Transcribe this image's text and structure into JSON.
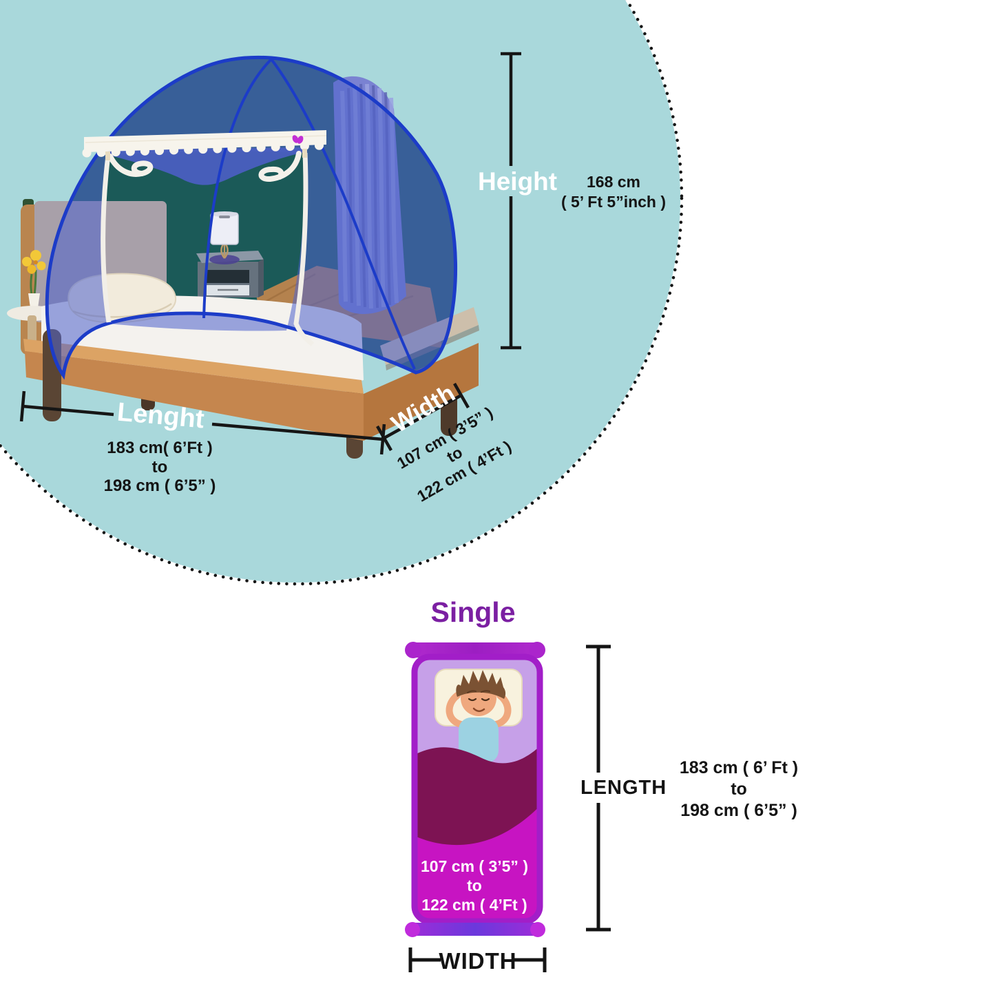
{
  "scene": {
    "top": {
      "height": {
        "label": "Height",
        "value": "168 cm",
        "value2": "( 5’ Ft 5”inch )"
      },
      "length": {
        "label": "Lenght",
        "line1": "183 cm( 6’Ft )",
        "line2": "to",
        "line3": "198 cm ( 6’5” )"
      },
      "width": {
        "label": "Width",
        "line1": "107 cm ( 3’5” )",
        "line2": "to",
        "line3": "122 cm ( 4’Ft )"
      }
    },
    "bottom": {
      "title": "Single",
      "length": {
        "label": "LENGTH",
        "line1": "183 cm ( 6’ Ft )",
        "line2": "to",
        "line3": "198 cm ( 6’5” )"
      },
      "width": {
        "label": "WIDTH"
      },
      "bed_width": {
        "line1": "107 cm ( 3’5” )",
        "line2": "to",
        "line3": "122 cm ( 4’Ft )"
      }
    },
    "colors": {
      "circle_fill": "#A9D8DB",
      "net_blue": "#4E63CC",
      "net_frame_blue": "#1C3CC8",
      "interior_teal": "#1B5A58",
      "wood": "#C5864E",
      "title_purple": "#7B1FA2",
      "bed_border_purple": "#A21EC8",
      "bed_fill_light": "#C6A0E8",
      "blanket_dark": "#7D1353",
      "blanket_magenta": "#C714C2",
      "dimension_line": "#141414"
    }
  }
}
